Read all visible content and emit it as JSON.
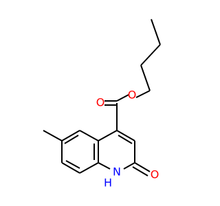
{
  "structure": {
    "atom_labels": {
      "ester_o_carbonyl": "O",
      "ester_o_alkoxy": "O",
      "ring_o": "O",
      "ring_n": "N",
      "ring_nh": "H"
    },
    "colors": {
      "bond": "#000000",
      "oxygen": "#ff0000",
      "nitrogen": "#0000ff"
    }
  }
}
